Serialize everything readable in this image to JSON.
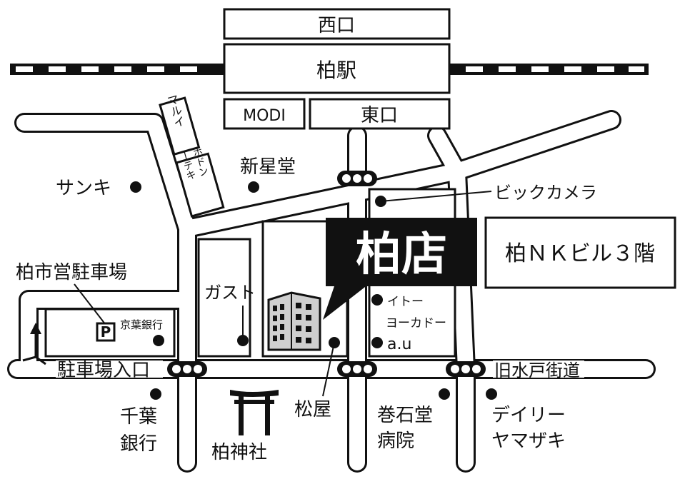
{
  "station": {
    "west_exit": "西口",
    "name": "柏駅",
    "east_exit": "東口",
    "modi": "MODI"
  },
  "store": {
    "name": "柏店",
    "building": "柏ＮＫビル３階"
  },
  "landmarks": {
    "marui": "マルイ",
    "hodoten_1": "ホドン",
    "hodoten_2": "ーテキ",
    "shinseido": "新星堂",
    "sanki": "サンキ",
    "bic_camera": "ビックカメラ",
    "parking": "柏市営駐車場",
    "parking_sign": "P",
    "keiyo_bank_small": "京葉銀行",
    "gusto": "ガスト",
    "ito_yokado_1": "イトー",
    "ito_yokado_2": "ヨーカドー",
    "au": "a.u",
    "parking_entrance": "駐車場入口",
    "matsuya": "松屋",
    "kyu_mito_kaido": "旧水戸街道",
    "chiba_bank_1": "千葉",
    "chiba_bank_2": "銀行",
    "kashiwa_shrine": "柏神社",
    "makiishido_1": "巻石堂",
    "makiishido_2": "病院",
    "daily_1": "デイリー",
    "daily_2": "ヤマザキ"
  },
  "colors": {
    "ink": "#111111",
    "paper": "#ffffff",
    "building_fill": "#cfcfcf"
  }
}
